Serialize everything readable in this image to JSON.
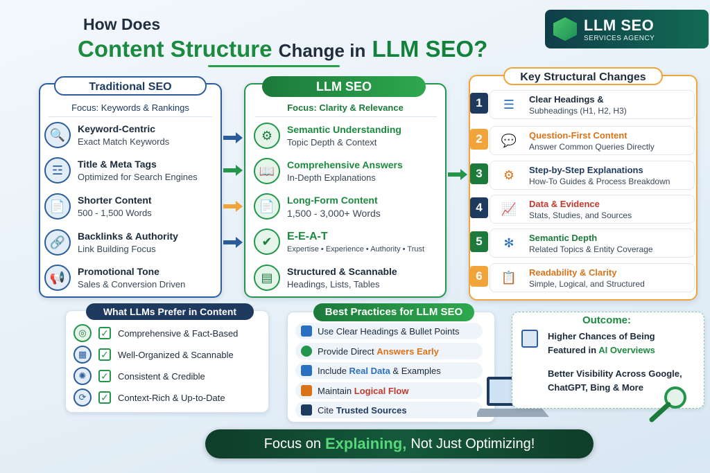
{
  "header": {
    "line1": "How Does",
    "line2_a": "Content Structure",
    "line2_b": "Change in",
    "line2_c": "LLM SEO?"
  },
  "logo": {
    "name": "LLM SEO",
    "sub": "SERVICES AGENCY",
    "icon": "cube-icon"
  },
  "traditional": {
    "title": "Traditional SEO",
    "focus": "Focus: Keywords & Rankings",
    "items": [
      {
        "icon": "magnifier-icon",
        "title": "Keyword-Centric",
        "sub": "Exact Match Keywords"
      },
      {
        "icon": "tag-icon",
        "title": "Title & Meta Tags",
        "sub": "Optimized for Search Engines"
      },
      {
        "icon": "document-icon",
        "title": "Shorter Content",
        "sub": "500 - 1,500 Words"
      },
      {
        "icon": "link-icon",
        "title": "Backlinks & Authority",
        "sub": "Link Building Focus"
      },
      {
        "icon": "megaphone-icon",
        "title": "Promotional Tone",
        "sub": "Sales & Conversion Driven"
      }
    ]
  },
  "llm": {
    "title": "LLM SEO",
    "focus": "Focus: Clarity & Relevance",
    "items": [
      {
        "icon": "brain-icon",
        "title": "Semantic Understanding",
        "sub": "Topic Depth & Context"
      },
      {
        "icon": "book-icon",
        "title": "Comprehensive Answers",
        "sub": "In-Depth Explanations"
      },
      {
        "icon": "document-icon",
        "title": "Long-Form Content",
        "sub": "1,500 - 3,000+ Words"
      },
      {
        "icon": "badge-check-icon",
        "title": "E-E-A-T",
        "sub": "Expertise • Experience • Authority • Trust"
      },
      {
        "icon": "layout-icon",
        "title": "Structured & Scannable",
        "sub": "Headings, Lists, Tables"
      }
    ]
  },
  "changes": {
    "title": "Key Structural Changes",
    "items": [
      {
        "num": "1",
        "color": "#1f3a5f",
        "icon": "headings-icon",
        "title": "Clear Headings &",
        "sub": "Subheadings (H1, H2, H3)"
      },
      {
        "num": "2",
        "color": "#f0a43a",
        "icon": "chat-icon",
        "title": "Question-First Content",
        "sub": "Answer Common Queries Directly"
      },
      {
        "num": "3",
        "color": "#1c7a3a",
        "icon": "gears-icon",
        "title": "Step-by-Step Explanations",
        "sub": "How-To Guides & Process Breakdown"
      },
      {
        "num": "4",
        "color": "#1f3a5f",
        "icon": "bar-chart-icon",
        "title": "Data & Evidence",
        "sub": "Stats, Studies, and Sources"
      },
      {
        "num": "5",
        "color": "#1c7a3a",
        "icon": "network-icon",
        "title": "Semantic Depth",
        "sub": "Related Topics & Entity Coverage"
      },
      {
        "num": "6",
        "color": "#f0a43a",
        "icon": "clipboard-icon",
        "title": "Readability & Clarity",
        "sub": "Simple, Logical, and Structured"
      }
    ]
  },
  "prefer": {
    "title": "What LLMs Prefer in Content",
    "items": [
      "Comprehensive & Fact-Based",
      "Well-Organized & Scannable",
      "Consistent & Credible",
      "Context-Rich & Up-to-Date"
    ]
  },
  "practices": {
    "title": "Best Practices for LLM SEO",
    "items": [
      {
        "a": "Use Clear Headings & Bullet Points",
        "b": "",
        "c": "",
        "color": "#2b6fc0"
      },
      {
        "a": "Provide Direct ",
        "b": "Answers Early",
        "c": "",
        "color": "#23964b"
      },
      {
        "a": "Include ",
        "b": "Real Data",
        "c": " & Examples",
        "color": "#2b6fc0"
      },
      {
        "a": "Maintain ",
        "b": "Logical Flow",
        "c": "",
        "color": "#d9731a"
      },
      {
        "a": "Cite ",
        "b": "Trusted Sources",
        "c": "",
        "color": "#1f3a5f"
      }
    ]
  },
  "outcome": {
    "title": "Outcome:",
    "l1": "Higher Chances of Being",
    "l2a": "Featured in ",
    "l2b": "AI Overviews",
    "l3": "Better Visibility Across Google,",
    "l4": "ChatGPT, Bing & More"
  },
  "footer": {
    "a": "Focus on",
    "b": "Explaining,",
    "c": "Not Just Optimizing!"
  }
}
